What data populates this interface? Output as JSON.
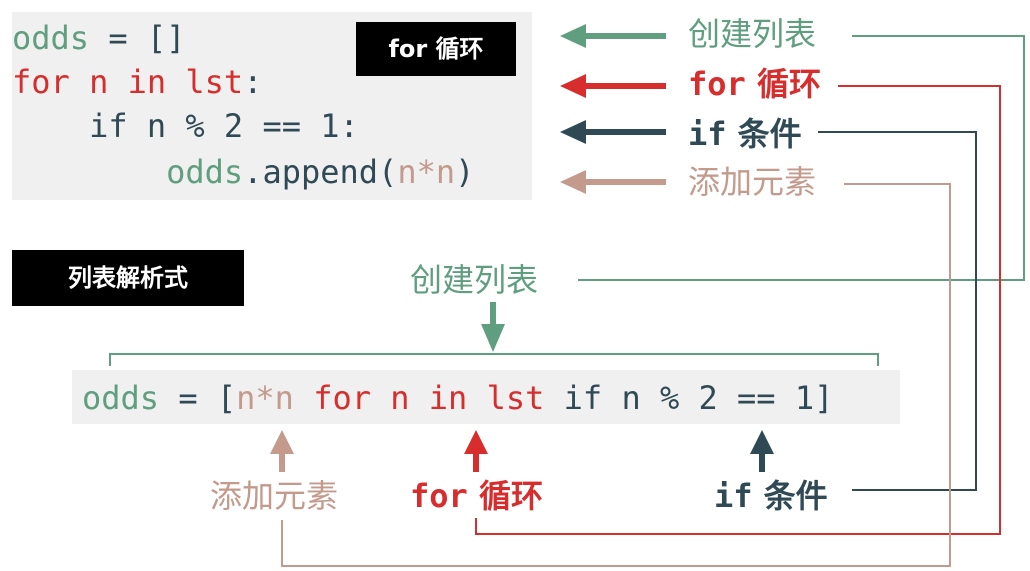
{
  "top_code": {
    "line1": {
      "a": "odds",
      "b": " = []"
    },
    "line2": {
      "a": "for n in lst",
      "b": ":"
    },
    "line3": {
      "a": "    if n % 2 == 1:"
    },
    "line4": {
      "indent": "        ",
      "a": "odds",
      "b": ".append(",
      "c": "n*n",
      "d": ")"
    },
    "tag": "for 循环"
  },
  "comprehension": {
    "tag": "列表解析式",
    "code": {
      "p1": "odds",
      "p2": " = [",
      "p3": "n*n",
      "p4": " ",
      "p5": "for n in lst",
      "p6": " if n % 2 == 1",
      "p7": "]"
    }
  },
  "right_labels": {
    "create": "创建列表",
    "for_en": "for",
    "for_zh": " 循环",
    "if_en": "if",
    "if_zh": " 条件",
    "add": "添加元素"
  },
  "comp_labels": {
    "create": "创建列表",
    "add": "添加元素",
    "for_en": "for",
    "for_zh": " 循环",
    "if_en": "if",
    "if_zh": " 条件"
  },
  "colors": {
    "green": "#5f9e7f",
    "red": "#d82d2d",
    "dark": "#2f4a55",
    "tan": "#c49a8d"
  }
}
